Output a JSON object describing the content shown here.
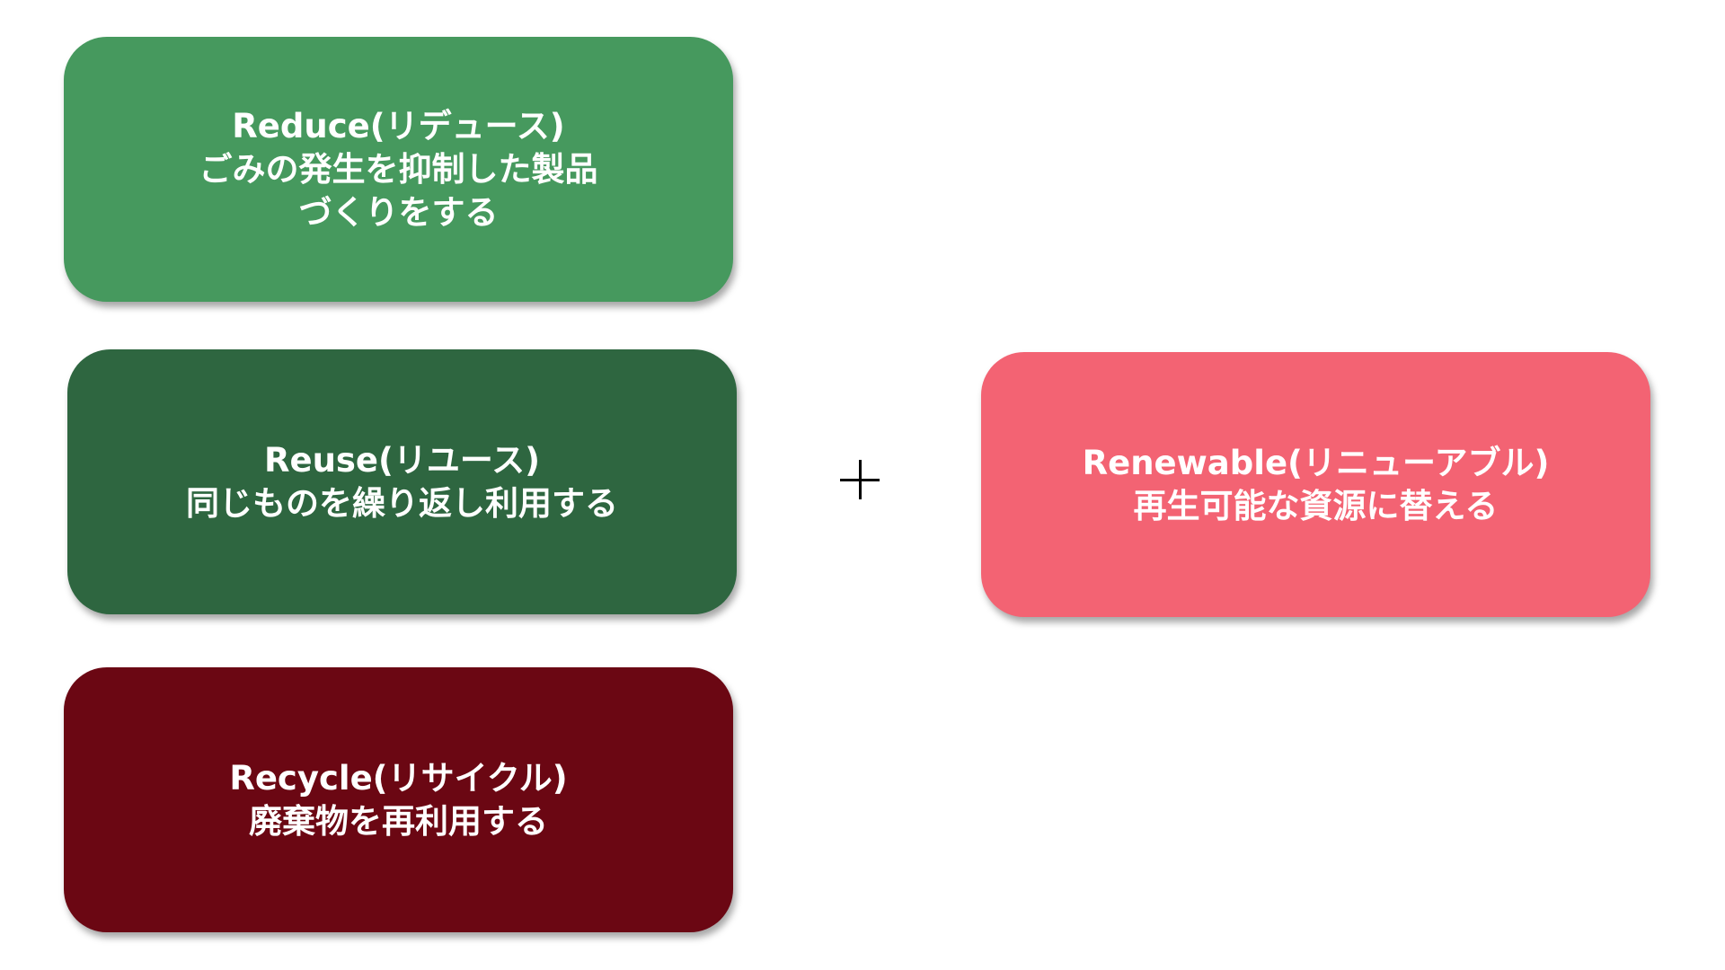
{
  "colors": {
    "reduce": "#46995e",
    "reuse": "#2e6640",
    "recycle": "#6b0713",
    "renewable": "#f36373",
    "text": "#ffffff",
    "plus": "#000000"
  },
  "cards": {
    "reduce": {
      "title": "Reduce(リデュース)",
      "line1": "ごみの発生を抑制した製品",
      "line2": "づくりをする"
    },
    "reuse": {
      "title": "Reuse(リユース)",
      "line1": "同じものを繰り返し利用する"
    },
    "recycle": {
      "title": "Recycle(リサイクル)",
      "line1": "廃棄物を再利用する"
    },
    "renewable": {
      "title": "Renewable(リニューアブル)",
      "line1": "再生可能な資源に替える"
    }
  },
  "operator": {
    "icon": "plus-icon"
  }
}
